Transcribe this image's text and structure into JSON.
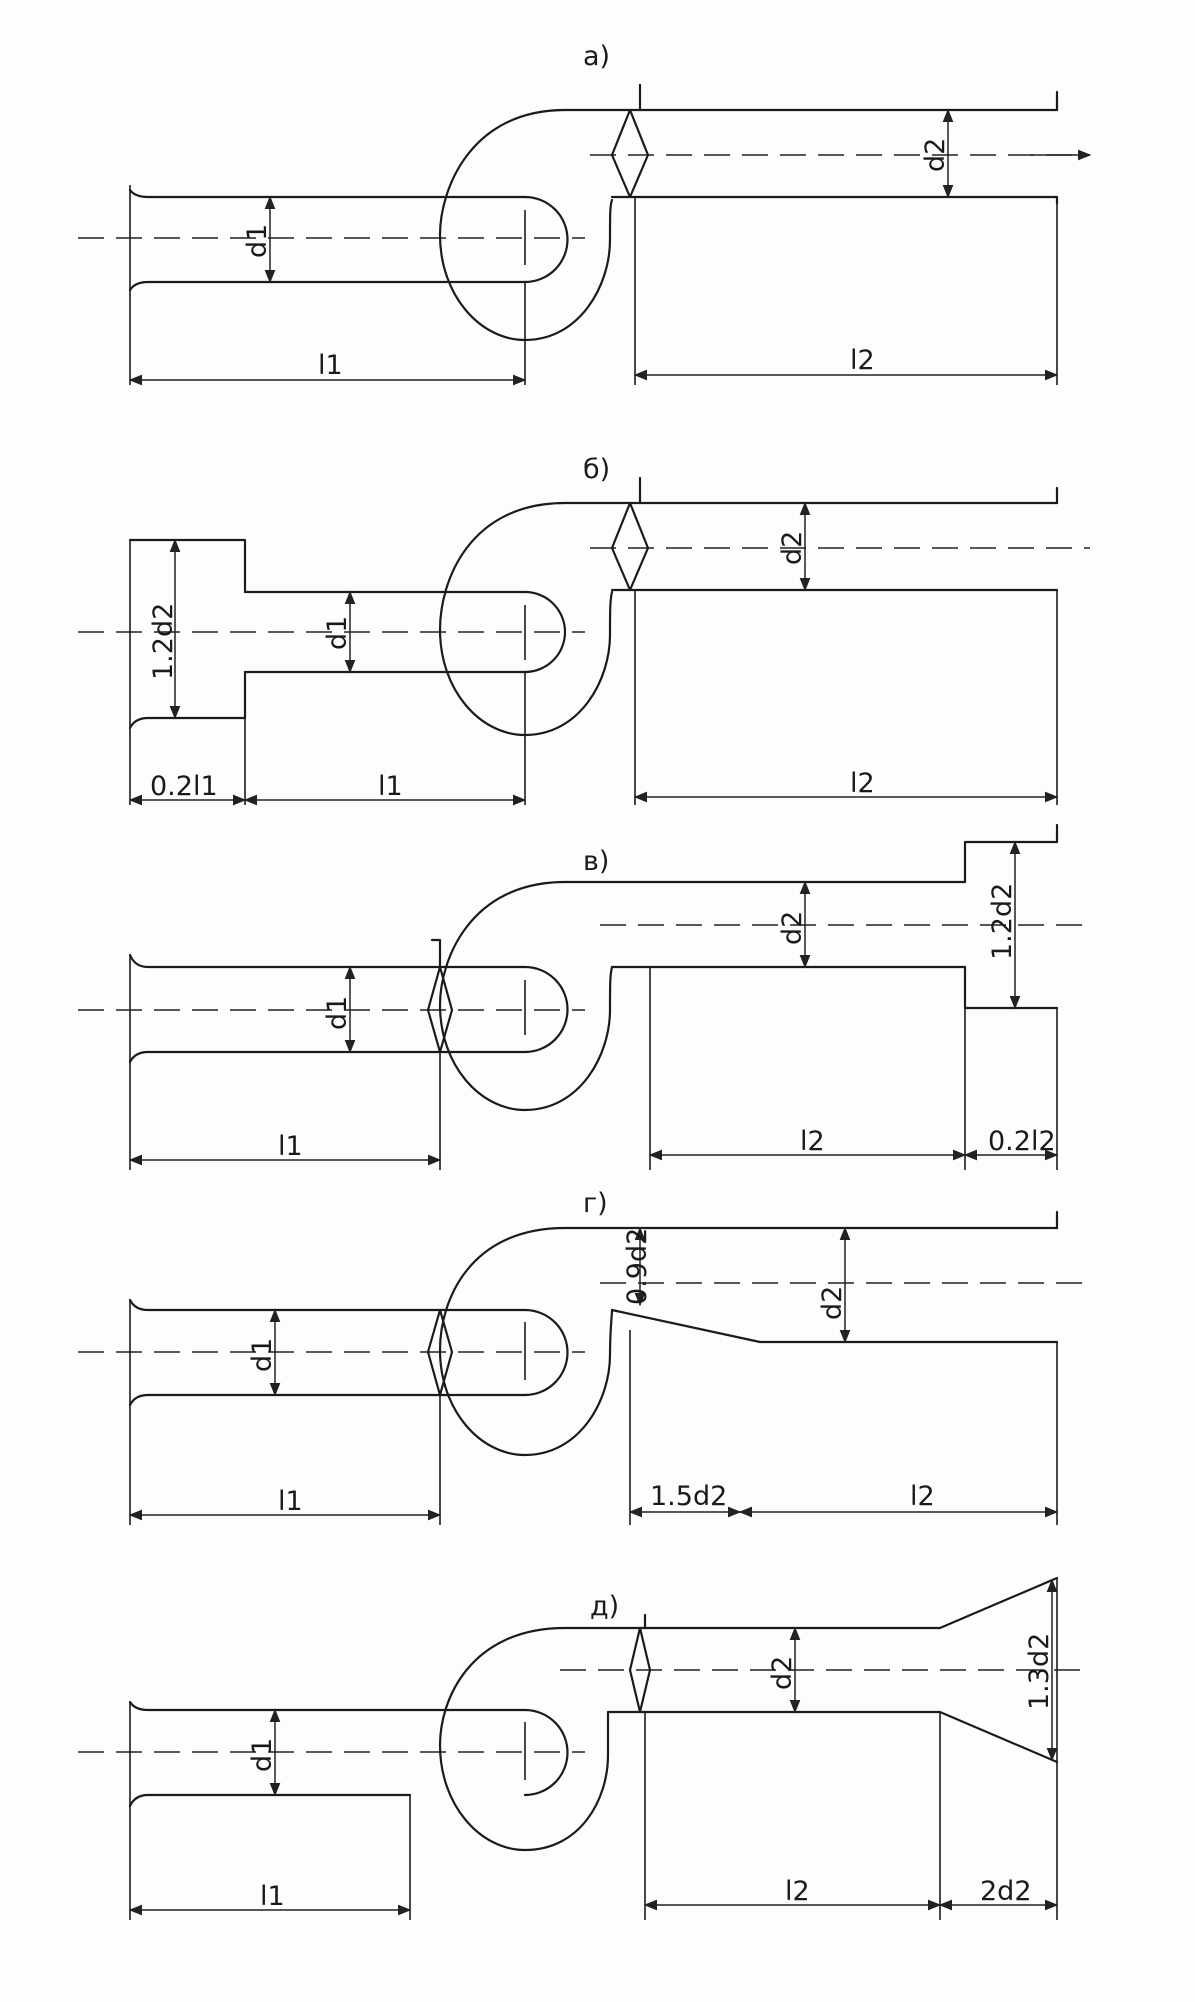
{
  "panels": [
    {
      "label": "а)",
      "dims": {
        "d1": "d1",
        "d2": "d2",
        "l1": "l1",
        "l2": "l2"
      }
    },
    {
      "label": "б)",
      "dims": {
        "d_in": "1.2d2",
        "d1": "d1",
        "d2": "d2",
        "l_pre": "0.2l1",
        "l1": "l1",
        "l2": "l2"
      }
    },
    {
      "label": "в)",
      "dims": {
        "d1": "d1",
        "d2": "d2",
        "d_out": "1.2d2",
        "l1": "l1",
        "l2": "l2",
        "l_post": "0.2l2"
      }
    },
    {
      "label": "г)",
      "dims": {
        "d1": "d1",
        "d2": "d2",
        "d_cone": "0.9d2",
        "l1": "l1",
        "l_cone": "1.5d2",
        "l2": "l2"
      }
    },
    {
      "label": "д)",
      "dims": {
        "d1": "d1",
        "d2": "d2",
        "d_out": "1.3d2",
        "l1": "l1",
        "l2": "l2",
        "l_diff": "2d2"
      }
    }
  ]
}
